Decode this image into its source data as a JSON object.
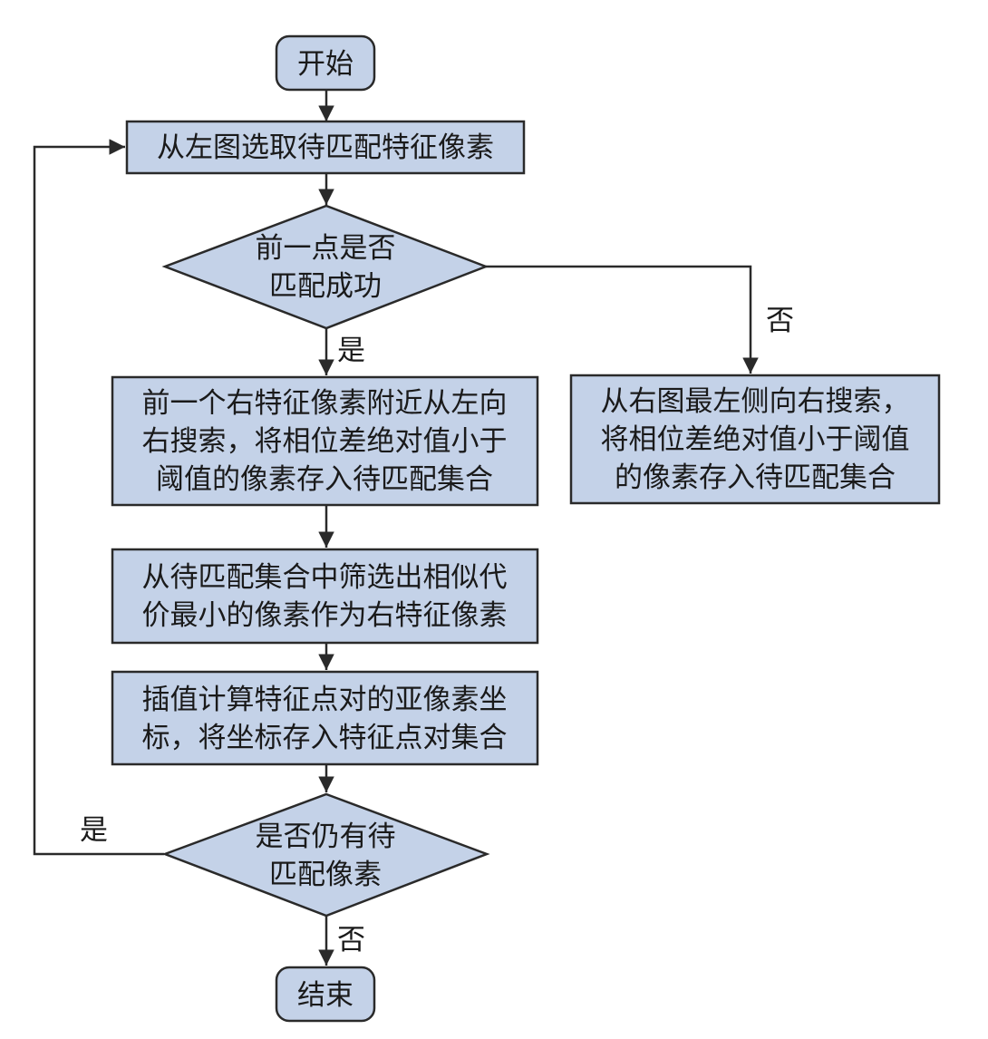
{
  "nodes": {
    "start": {
      "lines": [
        "开始"
      ]
    },
    "select": {
      "lines": [
        "从左图选取待匹配特征像素"
      ]
    },
    "prev_match": {
      "lines": [
        "前一点是否",
        "匹配成功"
      ]
    },
    "search_near": {
      "lines": [
        "前一个右特征像素附近从左向",
        "右搜索，将相位差绝对值小于",
        "阈值的像素存入待匹配集合"
      ]
    },
    "search_full": {
      "lines": [
        "从右图最左侧向右搜索，",
        "将相位差绝对值小于阈值",
        "的像素存入待匹配集合"
      ]
    },
    "filter": {
      "lines": [
        "从待匹配集合中筛选出相似代",
        "价最小的像素作为右特征像素"
      ]
    },
    "interp": {
      "lines": [
        "插值计算特征点对的亚像素坐",
        "标，将坐标存入特征点对集合"
      ]
    },
    "remaining": {
      "lines": [
        "是否仍有待",
        "匹配像素"
      ]
    },
    "end": {
      "lines": [
        "结束"
      ]
    }
  },
  "edges": {
    "prev_yes": "是",
    "prev_no": "否",
    "remaining_yes": "是",
    "remaining_no": "否"
  },
  "colors": {
    "node_fill": "#c4d2e8",
    "line": "#2a2a2a",
    "text": "#1a1a1a"
  }
}
